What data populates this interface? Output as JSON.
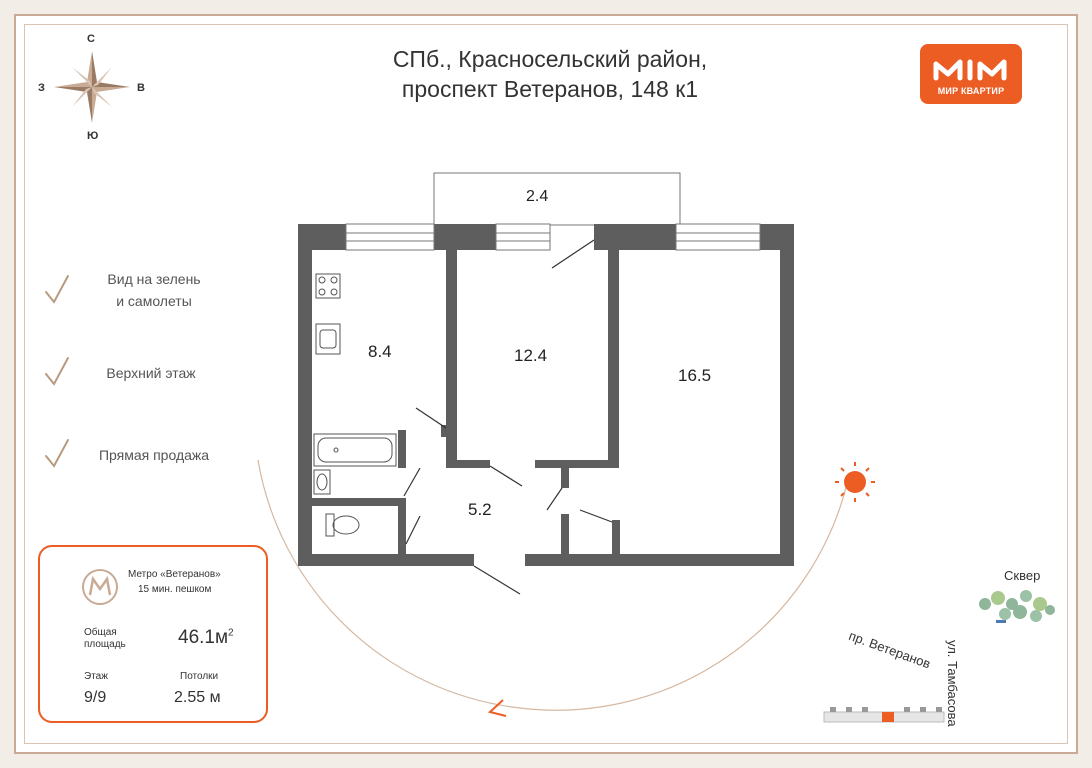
{
  "address": {
    "line1": "СПб., Красносельский район,",
    "line2": "проспект Ветеранов, 148 к1"
  },
  "logo": {
    "text": "МИР КВАРТИР",
    "brand_color": "#ec5d24"
  },
  "compass": {
    "north": "С",
    "south": "Ю",
    "west": "З",
    "east": "В"
  },
  "features": [
    {
      "line1": "Вид на зелень",
      "line2": "и самолеты"
    },
    {
      "line1": "Верхний этаж"
    },
    {
      "line1": "Прямая продажа"
    }
  ],
  "info": {
    "metro_name": "Метро «Ветеранов»",
    "metro_walk": "15 мин. пешком",
    "area_label_1": "Общая",
    "area_label_2": "площадь",
    "area_value": "46.1м",
    "area_sup": "2",
    "floor_label": "Этаж",
    "floor_value": "9/9",
    "ceiling_label": "Потолки",
    "ceiling_value": "2.55 м"
  },
  "rooms": {
    "balcony": "2.4",
    "kitchen": "8.4",
    "room_middle": "12.4",
    "room_large": "16.5",
    "hall": "5.2"
  },
  "map": {
    "park": "Сквер",
    "street1": "пр. Ветеранов",
    "street2": "ул. Тамбасова"
  },
  "colors": {
    "wall": "#5e5e5e",
    "accent": "#ec5d24",
    "frame": "#c9ab95",
    "check": "#b89a7e",
    "tree": "#8fb59a"
  }
}
